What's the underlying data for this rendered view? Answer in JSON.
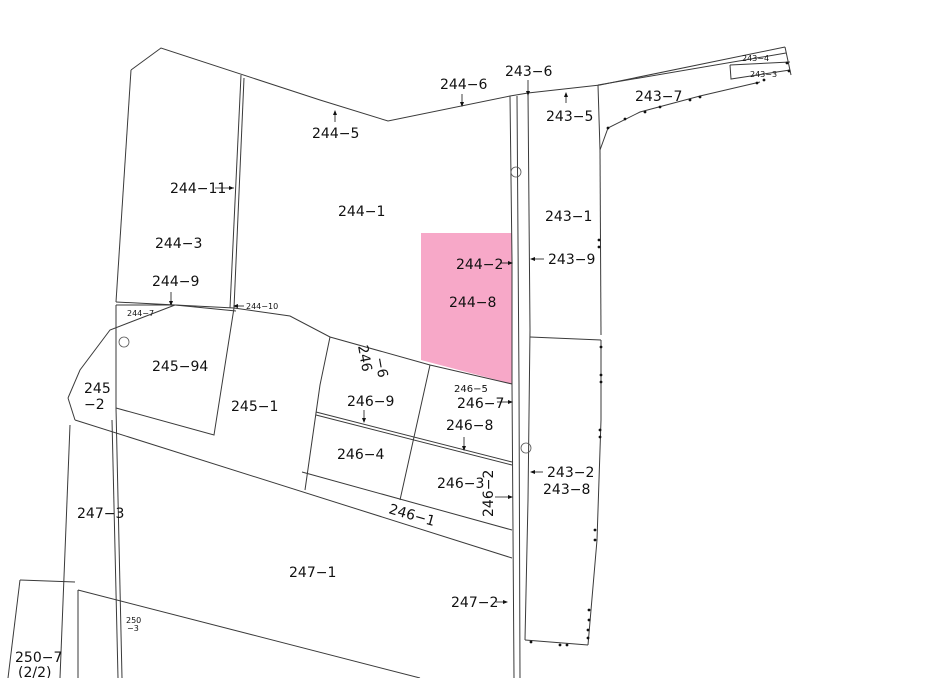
{
  "map": {
    "highlight_color": "#f7a8c8",
    "line_color": "#3a3a3a",
    "parcels": {
      "p244_1": "244−1",
      "p244_2": "244−2",
      "p244_3": "244−3",
      "p244_4": "243−4",
      "p244_5": "244−5",
      "p244_6": "244−6",
      "p244_7": "244−7",
      "p244_8": "244−8",
      "p244_9": "244−9",
      "p244_10": "244−10",
      "p244_11": "244−11",
      "p243_1": "243−1",
      "p243_2": "243−2",
      "p243_3": "243−3",
      "p243_5": "243−5",
      "p243_6": "243−6",
      "p243_7": "243−7",
      "p243_8": "243−8",
      "p243_9": "243−9",
      "p245_94": "245−94",
      "p245_1": "245−1",
      "p245_2_a": "245",
      "p245_2_b": "−2",
      "p246_6_a": "246",
      "p246_6_b": "−6",
      "p246_9": "246−9",
      "p246_5": "246−5",
      "p246_7": "246−7",
      "p246_8": "246−8",
      "p246_4": "246−4",
      "p246_3": "246−3",
      "p246_2": "246−2",
      "p246_1": "246−1",
      "p247_1": "247−1",
      "p247_2": "247−2",
      "p247_3": "247−3",
      "p250_3_a": "250",
      "p250_3_b": "−3",
      "p250_7_a": "250−7",
      "p250_7_b": "(2/2)"
    }
  }
}
